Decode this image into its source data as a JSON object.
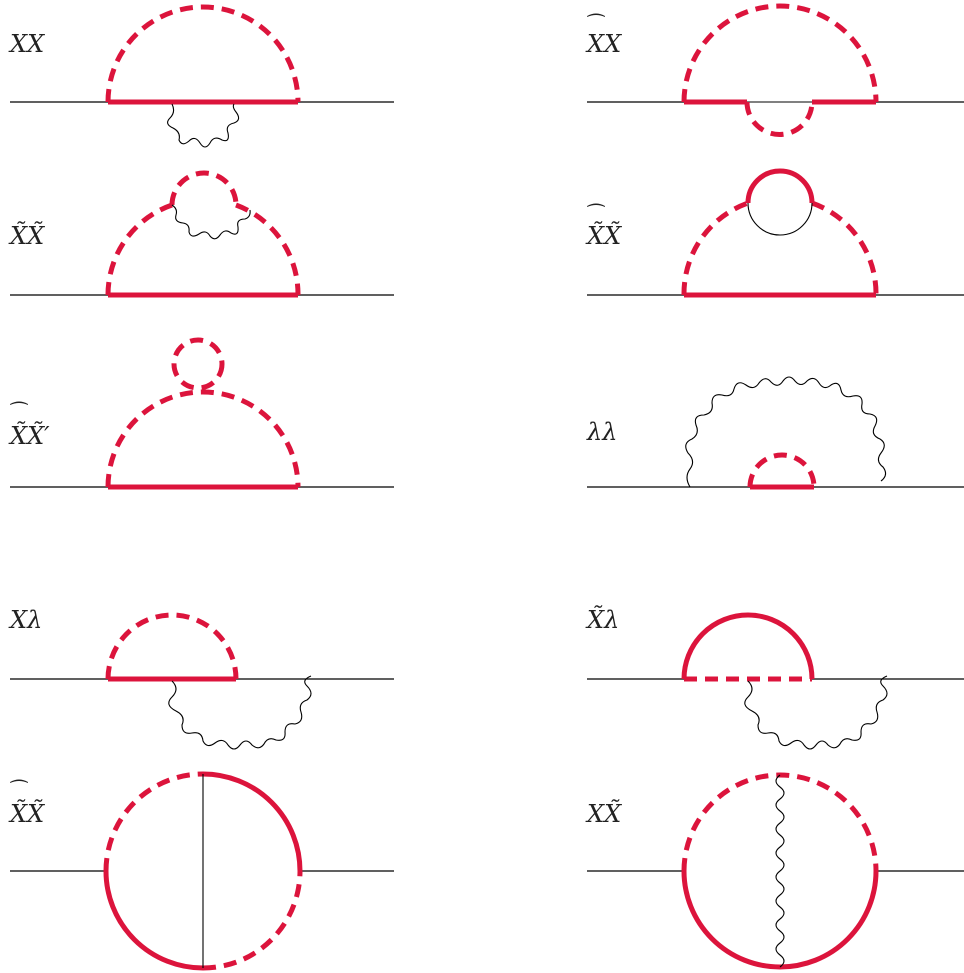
{
  "colors": {
    "accent": "#dc143c",
    "line": "#000000"
  },
  "labels": {
    "d1": {
      "main": "XX",
      "accent": ""
    },
    "d2": {
      "main": "XX",
      "accent": "⁀"
    },
    "d3": {
      "main": "X̃X̃",
      "accent": ""
    },
    "d4": {
      "main": "X̃X̃",
      "accent": "⁀"
    },
    "d5": {
      "main": "X̃X̃′",
      "accent": "⁀"
    },
    "d6": {
      "main": "λλ",
      "accent": ""
    },
    "d7": {
      "main": "Xλ",
      "accent": ""
    },
    "d8": {
      "main": "X̃λ",
      "accent": ""
    },
    "d9": {
      "main": "X̃X̃",
      "accent": "⁀"
    },
    "d10": {
      "main": "XX̃",
      "accent": ""
    }
  }
}
